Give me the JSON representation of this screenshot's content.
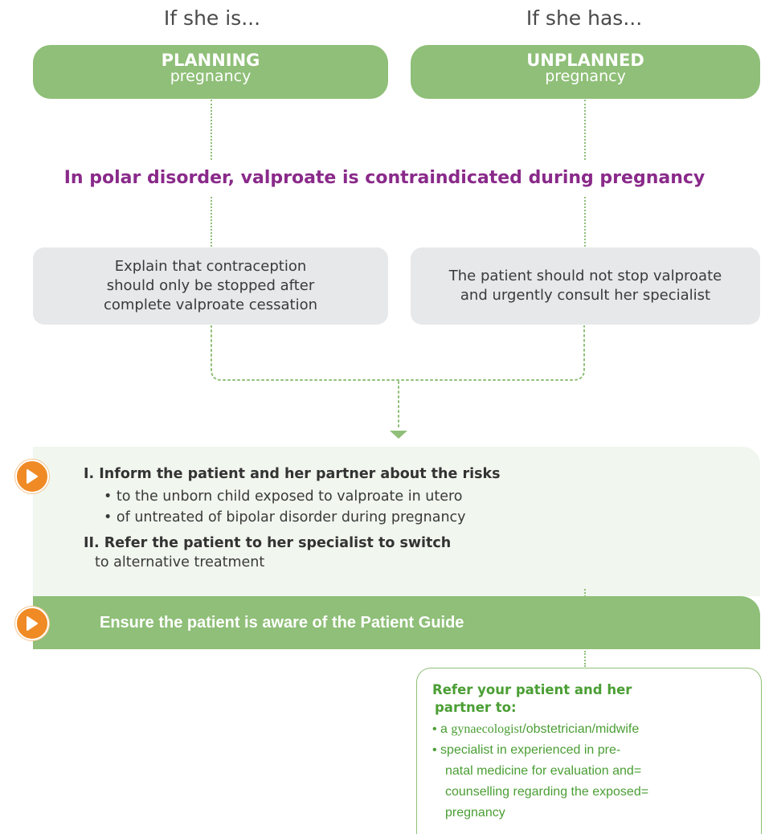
{
  "headers": {
    "left": "If she is...",
    "right": "If she has..."
  },
  "boxes": {
    "left": {
      "line1": "PLANNING",
      "line2": "pregnancy"
    },
    "right": {
      "line1": "UNPLANNED",
      "line2": "pregnancy"
    }
  },
  "title": "In polar disorder, valproate is contraindicated during pregnancy",
  "grey_boxes": {
    "left": [
      "Explain that contraception",
      "should only be stopped after",
      "complete valproate cessation"
    ],
    "right": [
      "The patient should not stop valproate",
      "and urgently consult her specialist"
    ]
  },
  "info": {
    "item1_title": "I.  Inform the patient and her partner about the risks",
    "item1_bullets": [
      "• to the unborn child exposed to valproate in utero",
      "• of untreated of bipolar disorder during pregnancy"
    ],
    "item2_title": "II. Refer the patient to her specialist to switch",
    "item2_sub": "to alternative treatment"
  },
  "guide": {
    "text": "Ensure the patient is aware of the Patient Guide"
  },
  "refer": {
    "title_line1": "Refer your patient and her",
    "title_line2": "partner to:",
    "bullet1_prefix": "• a ",
    "bullet1_serif": "gynaecologist",
    "bullet1_rest": "/obstetrician/midwife",
    "bullet2_lines": [
      "• specialist in experienced in pre-",
      "natal medicine for evaluation and=",
      "counselling regarding the exposed=",
      "pregnancy"
    ]
  },
  "icons": [
    "play-icon",
    "play-icon",
    "arrow-down-icon"
  ],
  "colors": {
    "green": "#8fbf78",
    "purple": "#8a2a8a",
    "orange": "#ef8a25",
    "grey_box": "#e7e8ea",
    "panel": "#f1f6ee",
    "refer_text": "#4a9e34"
  }
}
